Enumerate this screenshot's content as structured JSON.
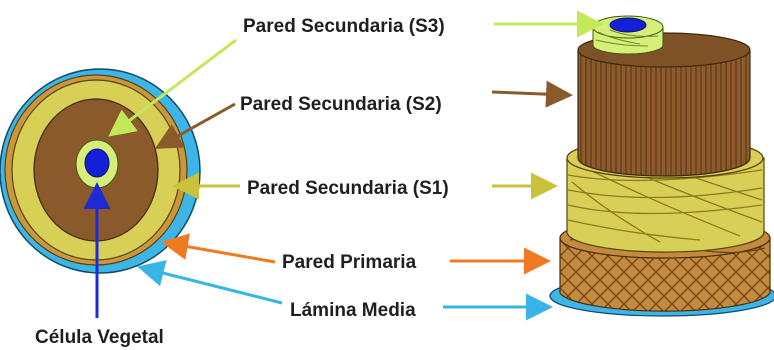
{
  "diagram": {
    "labels": {
      "s3": "Pared Secundaria (S3)",
      "s2": "Pared Secundaria (S2)",
      "s1": "Pared Secundaria (S1)",
      "primary": "Pared Primaria",
      "middle_lamella": "Lámina Media",
      "cell": "Célula Vegetal"
    },
    "colors": {
      "s3": "#d6ef7a",
      "s3_arrow": "#c3e85a",
      "s2": "#8a5a2b",
      "s1": "#d7cf56",
      "primary": "#c58a3f",
      "primary_arrow": "#f07a22",
      "middle_lamella": "#39b4e6",
      "lumen": "#1420d8",
      "cell_arrow": "#1e2ad6"
    }
  }
}
